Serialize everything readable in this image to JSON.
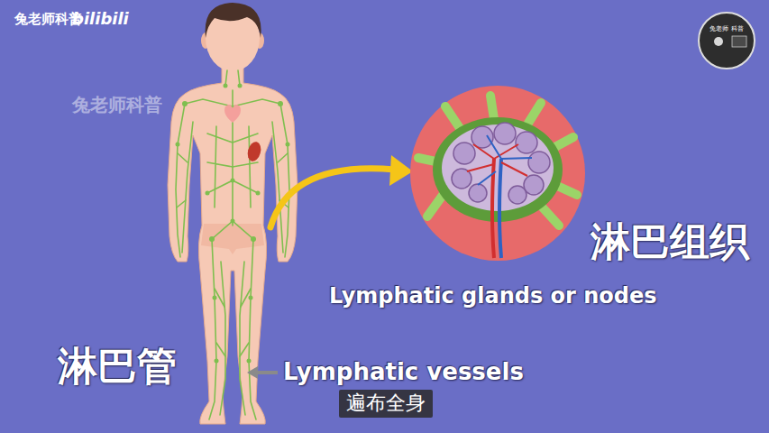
{
  "diagram": {
    "caption": "遍布全身",
    "labels": [
      "兔老师科普",
      "bilibili",
      "兔老师科普",
      "兔老师 科普",
      "淋巴组织",
      "Lymphatic glands or nodes",
      "淋巴管",
      "Lymphatic vessels"
    ]
  }
}
